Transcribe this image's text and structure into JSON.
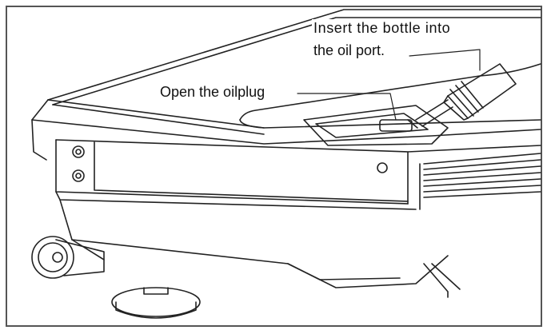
{
  "callouts": {
    "insert_line1": "Insert the bottle into",
    "insert_line2": "the oil port.",
    "open_plug": "Open the oilplug"
  }
}
